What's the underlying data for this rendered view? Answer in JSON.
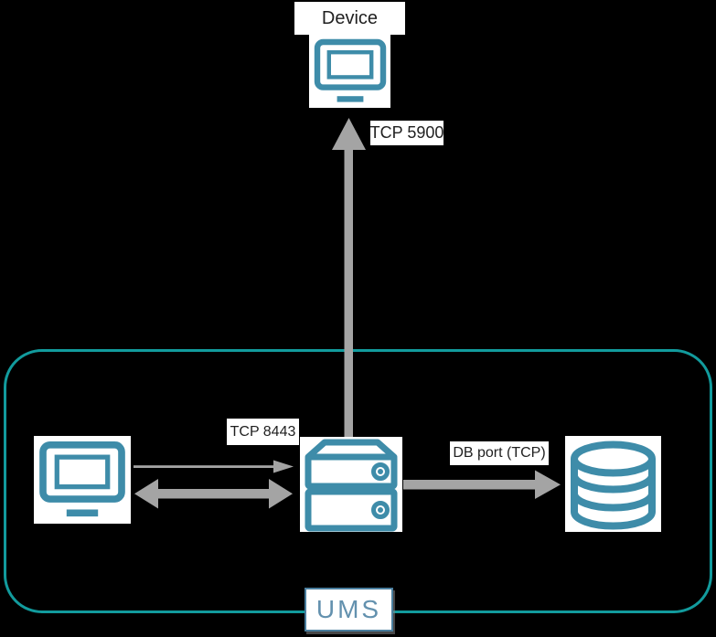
{
  "diagram": {
    "nodes": {
      "device": {
        "label": "Device",
        "icon": "monitor-icon"
      },
      "console": {
        "label": "",
        "icon": "monitor-icon"
      },
      "server": {
        "label": "",
        "icon": "server-icon"
      },
      "database": {
        "label": "",
        "icon": "database-icon"
      }
    },
    "connections": {
      "server_to_device": {
        "label": "TCP 5900",
        "style": "thick-arrow-up"
      },
      "console_to_server": {
        "label": "TCP 8443",
        "style": "thin-arrow-right"
      },
      "console_server_bidi": {
        "label": "",
        "style": "thick-double-arrow"
      },
      "server_to_database": {
        "label": "DB port (TCP)",
        "style": "thick-arrow-right"
      }
    },
    "container": {
      "label": "UMS"
    }
  },
  "colors": {
    "background": "#000000",
    "icon_teal": "#3e8ca9",
    "container_border": "#129b9d",
    "arrow_gray": "#a4a4a4",
    "label_bg": "#ffffff",
    "label_text": "#1f1f1f",
    "ums_text": "#6391ae",
    "ums_border": "#4a7e9e"
  }
}
